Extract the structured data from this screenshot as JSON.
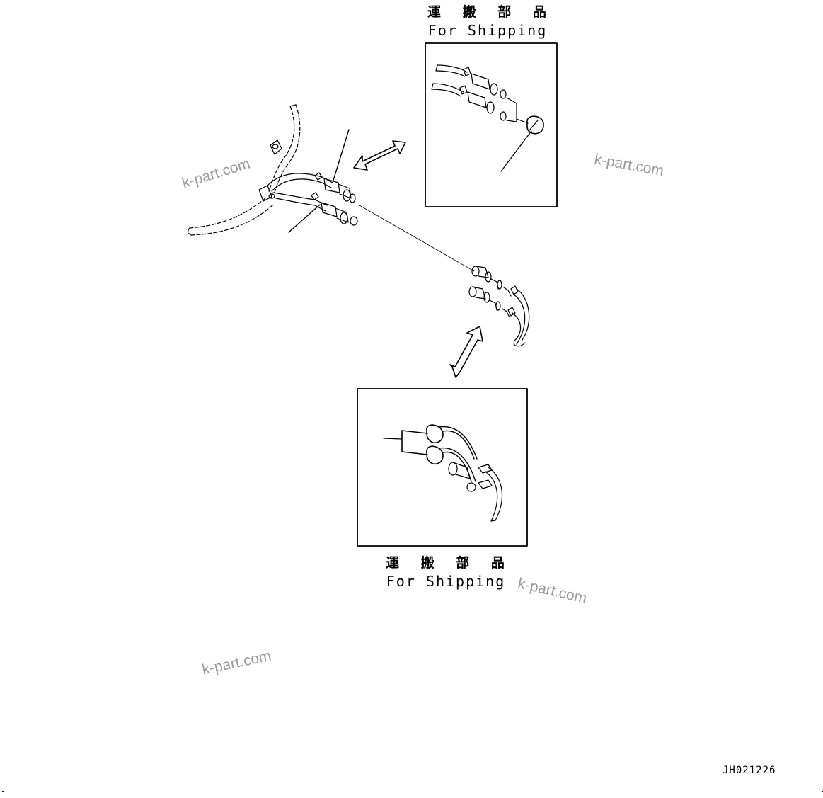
{
  "diagram": {
    "type": "parts-catalog-illustration",
    "drawing_code": "JH021226",
    "colors": {
      "line": "#000000",
      "background": "#ffffff",
      "watermark": "#9a9a9a"
    },
    "callouts": [
      {
        "id": "top-inset",
        "label_jp": "運 搬 部 品",
        "label_en": "For Shipping"
      },
      {
        "id": "bottom-inset",
        "label_jp": "運 搬 部 品",
        "label_en": "For Shipping"
      }
    ],
    "watermarks": [
      "k-part.com",
      "k-part.com",
      "k-part.com",
      "k-part.com"
    ],
    "components": [
      {
        "name": "main-hose-assembly",
        "description": "Two hoses with couplers and clamps (dashed phantom hose)"
      },
      {
        "name": "top-inset-box",
        "description": "Hose couplers with cap tagged"
      },
      {
        "name": "right-hose-ends",
        "description": "Hose end couplers with clamps"
      },
      {
        "name": "bottom-inset-box",
        "description": "Hose couplers with caps/plugs attached"
      }
    ]
  }
}
